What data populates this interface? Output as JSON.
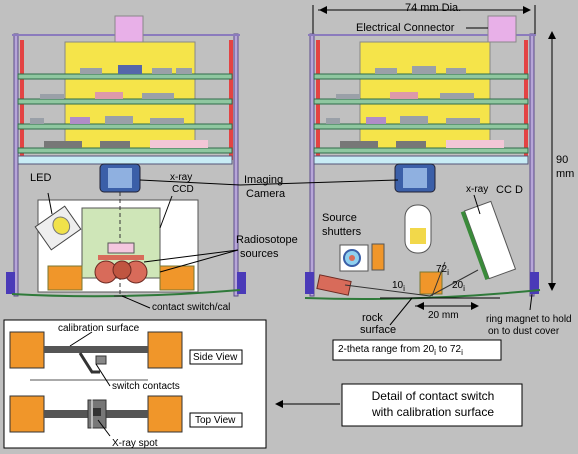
{
  "labels": {
    "dimension_top": "74 mm Dia.",
    "electrical_connector": "Electrical Connector",
    "dimension_side_value": "90",
    "dimension_side_unit": "mm",
    "led": "LED",
    "xray_ccd_left_1": "x-ray",
    "xray_ccd_left_2": "CCD",
    "imaging_camera_1": "Imaging",
    "imaging_camera_2": "Camera",
    "radioisotope_1": "Radiosotope",
    "radioisotope_2": "sources",
    "source_shutters_1": "Source",
    "source_shutters_2": "shutters",
    "xray_right": "x-ray",
    "ccd_right": "CC D",
    "angle_72": "72",
    "angle_10": "10",
    "angle_20": "20",
    "angle_sub": "i",
    "contact_switch_cal": "contact switch/cal",
    "rock_surface_1": "rock",
    "rock_surface_2": "surface",
    "dim_20mm": "20 mm",
    "ring_magnet_1": "ring magnet to hold",
    "ring_magnet_2": "on to dust cover",
    "two_theta": "2-theta range from 20",
    "two_theta_to": " to 72",
    "two_theta_sub": "i",
    "calibration_surface": "calibration surface",
    "side_view": "Side View",
    "switch_contacts": "switch contacts",
    "top_view": "Top View",
    "xray_spot": "X-ray spot",
    "detail_1": "Detail of contact switch",
    "detail_2": "with calibration surface"
  }
}
